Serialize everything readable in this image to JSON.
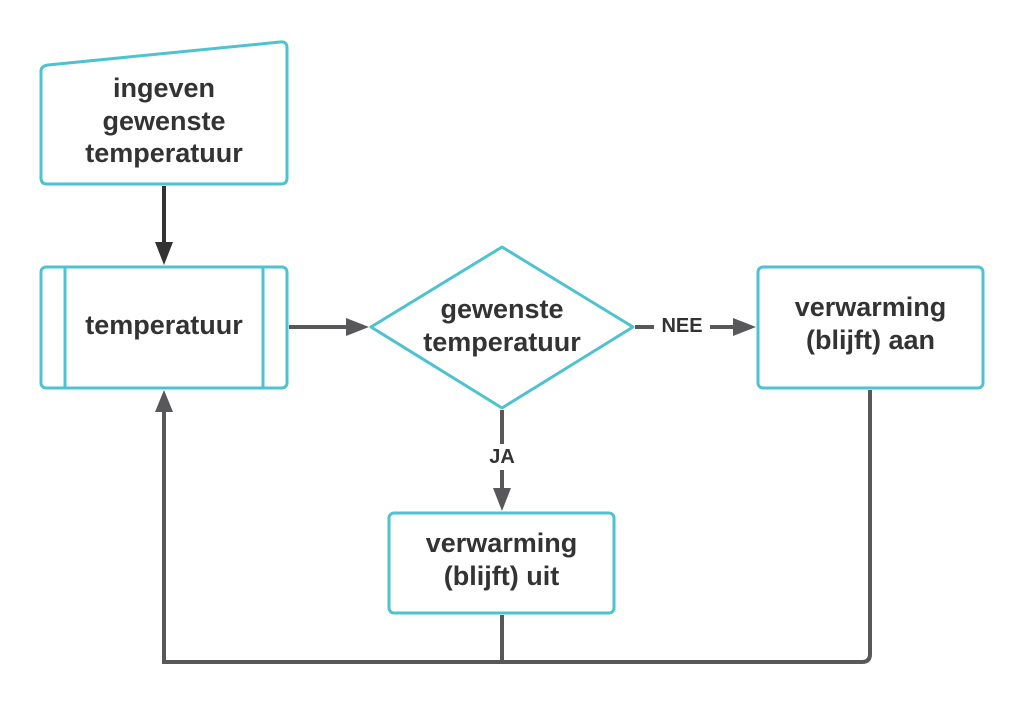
{
  "colors": {
    "shape_border": "#4ec3cf",
    "connector": "#58585a",
    "first_arrow": "#333333",
    "text": "#333333",
    "background": "#ffffff"
  },
  "nodes": {
    "input": "ingeven\ngewenste\ntemperatuur",
    "process": "temperatuur",
    "decision": "gewenste\ntemperatuur",
    "heating_on": "verwarming\n(blijft) aan",
    "heating_off": "verwarming\n(blijft) uit"
  },
  "edges": {
    "no_label": "NEE",
    "yes_label": "JA"
  }
}
